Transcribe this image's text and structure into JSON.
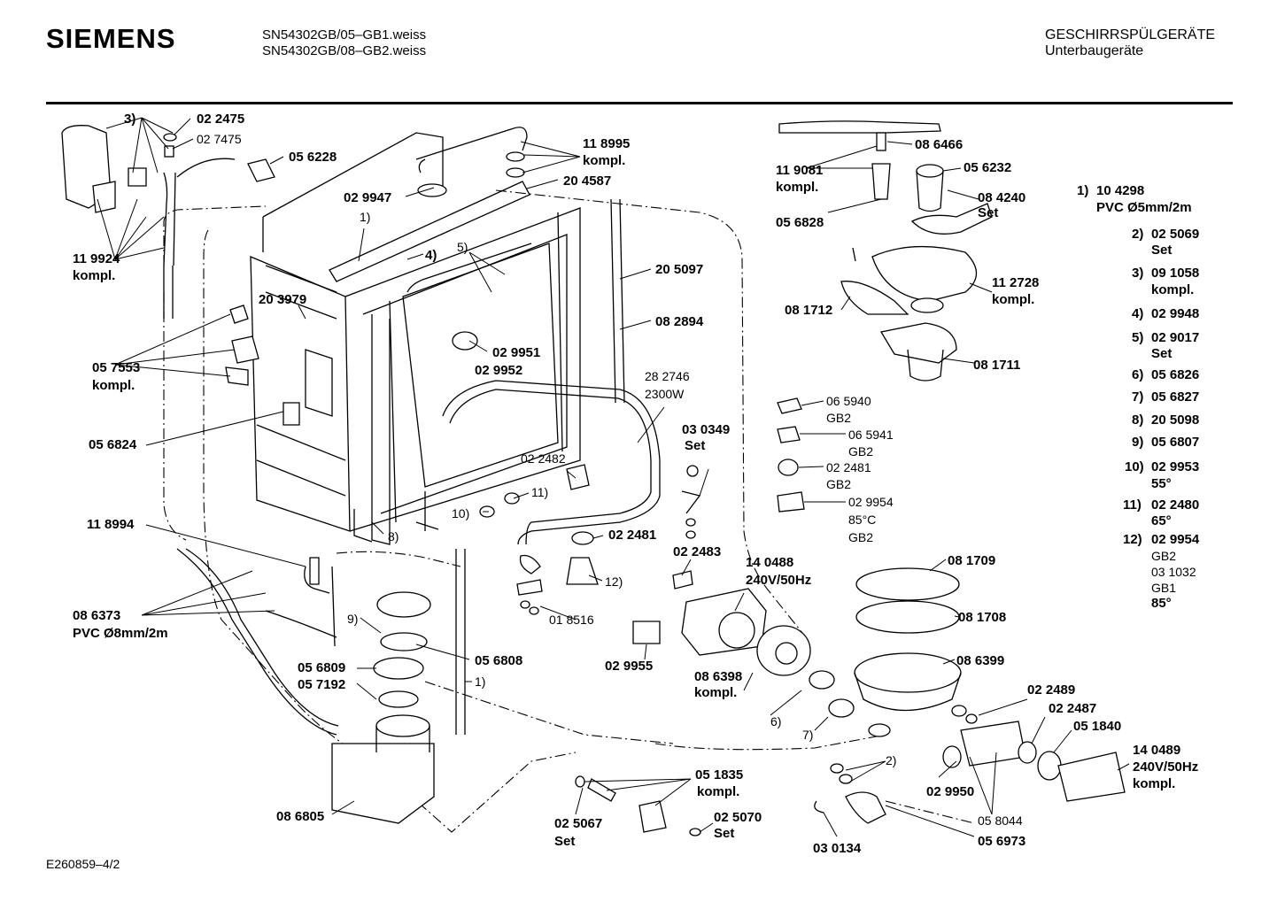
{
  "header": {
    "brand": "SIEMENS",
    "model_line_1": "SN54302GB/05–GB1.weiss",
    "model_line_2": "SN54302GB/08–GB2.weiss",
    "category": "GESCHIRRSPÜLGERÄTE",
    "subcategory": "Unterbaugeräte"
  },
  "footer": {
    "drawing_id": "E260859–4/2"
  },
  "callouts": [
    {
      "text": "3)",
      "bold": true
    },
    {
      "text": "02 2475",
      "bold": true
    },
    {
      "text": "02 7475",
      "bold": false
    },
    {
      "text": "05 6228",
      "bold": true
    },
    {
      "text": "11 9924",
      "bold": true
    },
    {
      "text": "kompl.",
      "bold": true
    },
    {
      "text": "11 8995",
      "bold": true
    },
    {
      "text": "kompl.",
      "bold": true
    },
    {
      "text": "02 9947",
      "bold": true
    },
    {
      "text": "20 4587",
      "bold": true
    },
    {
      "text": "1)",
      "bold": false
    },
    {
      "text": "5)",
      "bold": false
    },
    {
      "text": "4)",
      "bold": true
    },
    {
      "text": "20 5097",
      "bold": true
    },
    {
      "text": "20 3979",
      "bold": true
    },
    {
      "text": "08 2894",
      "bold": true
    },
    {
      "text": "02 9951",
      "bold": true
    },
    {
      "text": "02 9952",
      "bold": true
    },
    {
      "text": "05 7553",
      "bold": true
    },
    {
      "text": "kompl.",
      "bold": true
    },
    {
      "text": "28 2746",
      "bold": false
    },
    {
      "text": "2300W",
      "bold": false
    },
    {
      "text": "05 6824",
      "bold": true
    },
    {
      "text": "03 0349",
      "bold": true
    },
    {
      "text": "Set",
      "bold": true
    },
    {
      "text": "02 2482",
      "bold": false
    },
    {
      "text": "11)",
      "bold": false
    },
    {
      "text": "10)",
      "bold": false
    },
    {
      "text": "11 8994",
      "bold": true
    },
    {
      "text": "8)",
      "bold": false
    },
    {
      "text": "02 2481",
      "bold": true
    },
    {
      "text": "02 2483",
      "bold": true
    },
    {
      "text": "12)",
      "bold": false
    },
    {
      "text": "08 6373",
      "bold": true
    },
    {
      "text": "PVC Ø8mm/2m",
      "bold": true
    },
    {
      "text": "01 8516",
      "bold": false
    },
    {
      "text": "9)",
      "bold": false
    },
    {
      "text": "05 6808",
      "bold": true
    },
    {
      "text": "05 6809",
      "bold": true
    },
    {
      "text": "05 7192",
      "bold": true
    },
    {
      "text": "1)",
      "bold": false
    },
    {
      "text": "02 9955",
      "bold": true
    },
    {
      "text": "14 0488",
      "bold": true
    },
    {
      "text": "240V/50Hz",
      "bold": true
    },
    {
      "text": "08 6398",
      "bold": true
    },
    {
      "text": "kompl.",
      "bold": true
    },
    {
      "text": "6)",
      "bold": false
    },
    {
      "text": "7)",
      "bold": false
    },
    {
      "text": "08 6805",
      "bold": true
    },
    {
      "text": "05 1835",
      "bold": true
    },
    {
      "text": "kompl.",
      "bold": true
    },
    {
      "text": "02 5067",
      "bold": true
    },
    {
      "text": "Set",
      "bold": true
    },
    {
      "text": "02 5070",
      "bold": true
    },
    {
      "text": "Set",
      "bold": true
    },
    {
      "text": "03 0134",
      "bold": true
    },
    {
      "text": "05 6973",
      "bold": true
    },
    {
      "text": "05 8044",
      "bold": false
    },
    {
      "text": "2)",
      "bold": false
    },
    {
      "text": "02 9950",
      "bold": true
    },
    {
      "text": "02 2489",
      "bold": true
    },
    {
      "text": "02 2487",
      "bold": true
    },
    {
      "text": "05 1840",
      "bold": true
    },
    {
      "text": "14 0489",
      "bold": true
    },
    {
      "text": "240V/50Hz",
      "bold": true
    },
    {
      "text": "kompl.",
      "bold": true
    },
    {
      "text": "08 6466",
      "bold": true
    },
    {
      "text": "11 9081",
      "bold": true
    },
    {
      "text": "kompl.",
      "bold": true
    },
    {
      "text": "05 6232",
      "bold": true
    },
    {
      "text": "08 4240",
      "bold": true
    },
    {
      "text": "Set",
      "bold": true
    },
    {
      "text": "05 6828",
      "bold": true
    },
    {
      "text": "11 2728",
      "bold": true
    },
    {
      "text": "kompl.",
      "bold": true
    },
    {
      "text": "08 1712",
      "bold": true
    },
    {
      "text": "08 1711",
      "bold": true
    },
    {
      "text": "06 5940",
      "bold": false
    },
    {
      "text": "GB2",
      "bold": false
    },
    {
      "text": "06 5941",
      "bold": false
    },
    {
      "text": "GB2",
      "bold": false
    },
    {
      "text": "02 2481",
      "bold": false
    },
    {
      "text": "GB2",
      "bold": false
    },
    {
      "text": "02 9954",
      "bold": false
    },
    {
      "text": "85°C",
      "bold": false
    },
    {
      "text": "GB2",
      "bold": false
    },
    {
      "text": "08 1709",
      "bold": true
    },
    {
      "text": "08 1708",
      "bold": true
    },
    {
      "text": "08 6399",
      "bold": true
    }
  ],
  "legend": [
    {
      "num": "1)",
      "line1": "10 4298",
      "line2": "PVC Ø5mm/2m"
    },
    {
      "num": "2)",
      "line1": "02 5069",
      "line2": "Set"
    },
    {
      "num": "3)",
      "line1": "09 1058",
      "line2": "kompl."
    },
    {
      "num": "4)",
      "line1": "02 9948",
      "line2": ""
    },
    {
      "num": "5)",
      "line1": "02 9017",
      "line2": "Set"
    },
    {
      "num": "6)",
      "line1": "05 6826",
      "line2": ""
    },
    {
      "num": "7)",
      "line1": "05 6827",
      "line2": ""
    },
    {
      "num": "8)",
      "line1": "20 5098",
      "line2": ""
    },
    {
      "num": "9)",
      "line1": "05 6807",
      "line2": ""
    },
    {
      "num": "10)",
      "line1": "02 9953",
      "line2": "55°"
    },
    {
      "num": "11)",
      "line1": "02 2480",
      "line2": "65°"
    },
    {
      "num": "12)",
      "line1": "02 9954",
      "line2": "GB2"
    }
  ],
  "legend_extra": [
    "03 1032",
    "GB1",
    "85°"
  ]
}
